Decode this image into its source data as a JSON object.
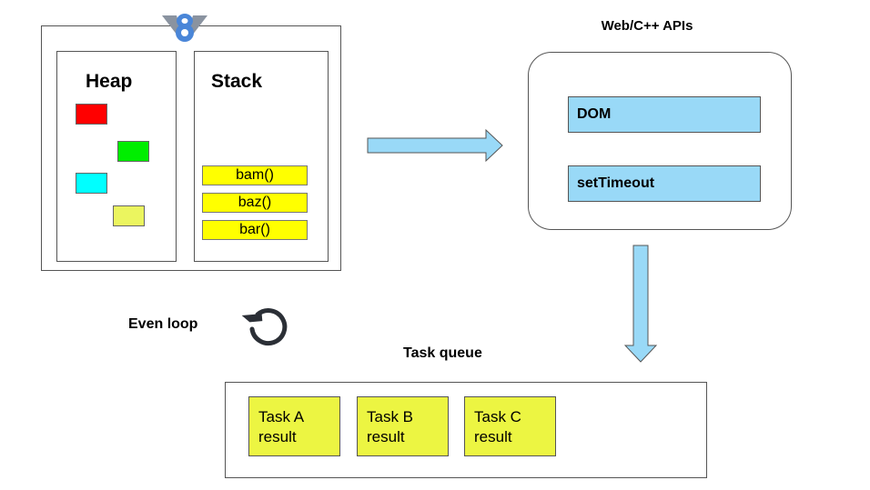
{
  "engine": {
    "heap_title": "Heap",
    "stack_title": "Stack",
    "heap_objects": [
      {
        "color": "#ff0000"
      },
      {
        "color": "#00ee00"
      },
      {
        "color": "#00ffff"
      },
      {
        "color": "#ebf55f"
      }
    ],
    "stack_frames": [
      "bam()",
      "baz()",
      "bar()"
    ],
    "colors": {
      "frame": "#ffff00",
      "logo": "#4a86d8"
    }
  },
  "apis": {
    "title": "Web/C++ APIs",
    "items": [
      "DOM",
      "setTimeout"
    ],
    "color": "#99d9f7"
  },
  "event_loop": {
    "label": "Even loop",
    "icon": "refresh-icon"
  },
  "task_queue": {
    "title": "Task queue",
    "tasks": [
      {
        "name": "Task A",
        "sub": "result"
      },
      {
        "name": "Task B",
        "sub": "result"
      },
      {
        "name": "Task C",
        "sub": "result"
      }
    ],
    "color": "#ecf542"
  }
}
